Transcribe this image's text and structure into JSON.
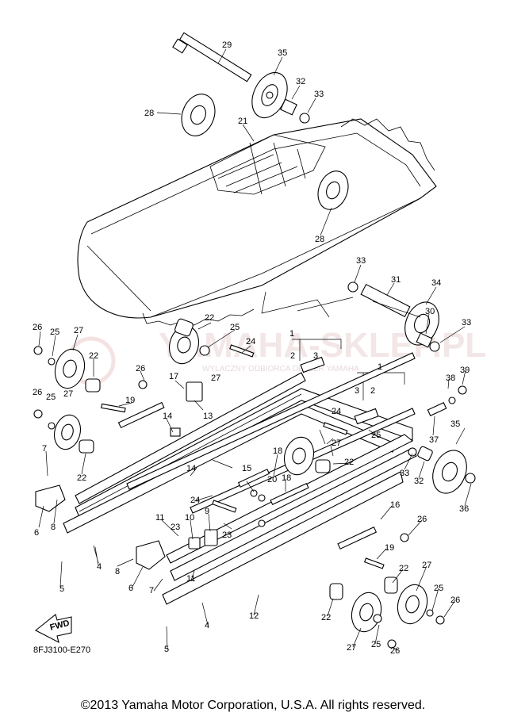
{
  "diagram": {
    "code": "8FJ3100-E270",
    "fwd_label": "FWD",
    "watermark": "YAMAHA-SKLEP.PL",
    "watermark_sub": "WYLACZNY ODBIORCA DEALER YAMAHA",
    "callouts": [
      "29",
      "35",
      "32",
      "33",
      "28",
      "21",
      "28",
      "33",
      "31",
      "34",
      "30",
      "33",
      "1",
      "2",
      "3",
      "1",
      "2",
      "3",
      "39",
      "38",
      "37",
      "35",
      "36",
      "26",
      "25",
      "27",
      "22",
      "26",
      "25",
      "27",
      "22",
      "22",
      "25",
      "24",
      "27",
      "13",
      "17",
      "26",
      "19",
      "14",
      "15",
      "14",
      "7",
      "6",
      "8",
      "4",
      "5",
      "11",
      "23",
      "10",
      "9",
      "23",
      "24",
      "18",
      "20",
      "18",
      "27",
      "22",
      "25",
      "24",
      "33",
      "32",
      "16",
      "26",
      "19",
      "22",
      "27",
      "25",
      "26",
      "11",
      "7",
      "6",
      "8",
      "4",
      "5",
      "12",
      "22",
      "27",
      "25",
      "26"
    ]
  },
  "footer": {
    "copyright": "©2013 Yamaha Motor Corporation, U.S.A. All rights reserved."
  }
}
